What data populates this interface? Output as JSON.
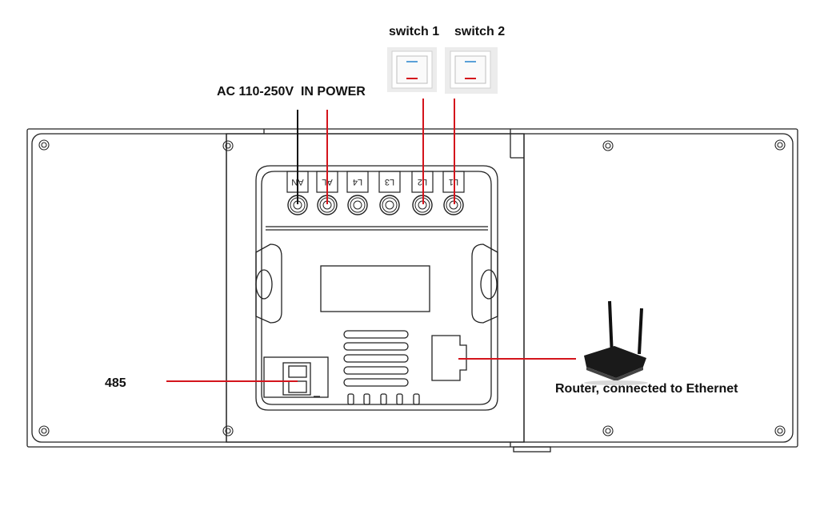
{
  "labels": {
    "switch1": "switch 1",
    "switch2": "switch 2",
    "ac_power": "AC 110-250V  IN POWER",
    "rs485": "485",
    "router": "Router, connected to Ethernet"
  },
  "terminals": [
    "AN",
    "AL",
    "L4",
    "L3",
    "L2",
    "L1"
  ],
  "colors": {
    "wire_red": "#d4141c",
    "wire_black": "#111111",
    "outline": "#222222"
  },
  "icons": {
    "switch": "wall-switch-icon",
    "router": "wifi-router-icon",
    "screw": "screw-icon"
  }
}
